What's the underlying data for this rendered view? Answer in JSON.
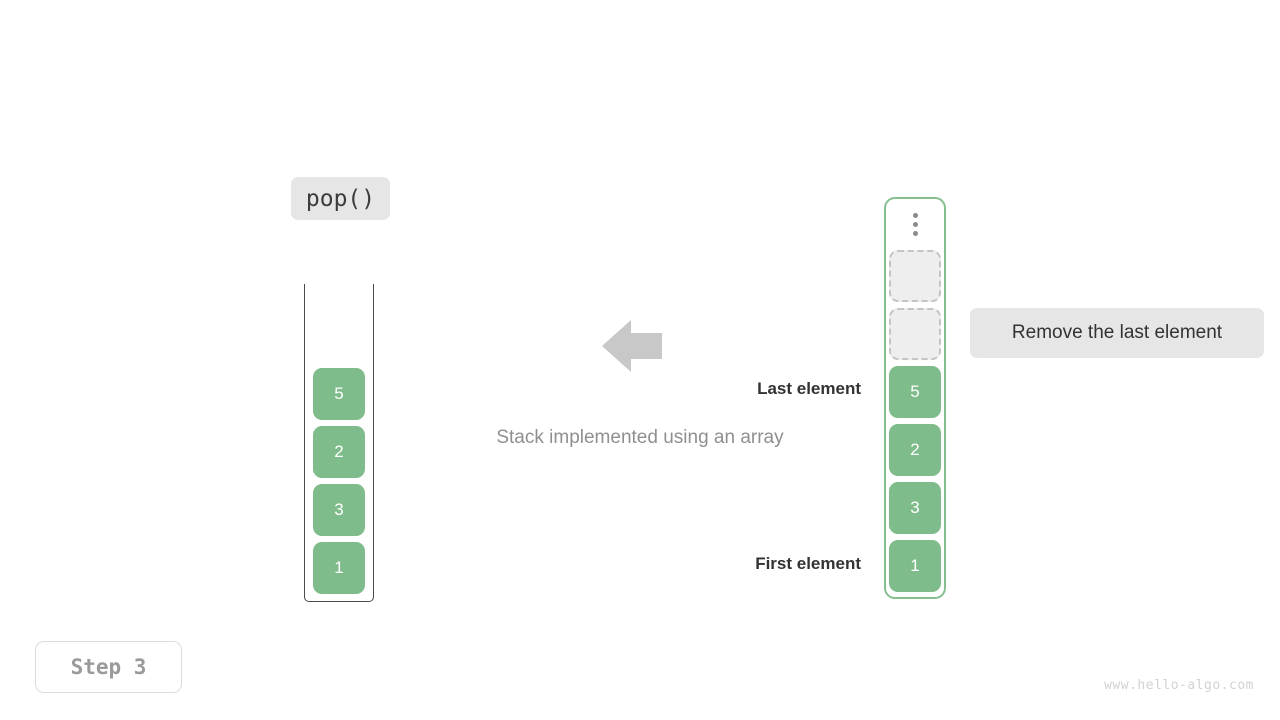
{
  "operation": {
    "label": "pop()"
  },
  "left_stack": {
    "name": "array-stack-container",
    "cells": [
      {
        "value": "5",
        "state": "filled"
      },
      {
        "value": "2",
        "state": "filled"
      },
      {
        "value": "3",
        "state": "filled"
      },
      {
        "value": "1",
        "state": "filled"
      }
    ]
  },
  "right_stack": {
    "name": "array-capacity-container",
    "ellipsis_icon": "vertical-ellipsis-icon",
    "cells": [
      {
        "value": "",
        "state": "empty"
      },
      {
        "value": "",
        "state": "empty"
      },
      {
        "value": "5",
        "state": "filled"
      },
      {
        "value": "2",
        "state": "filled"
      },
      {
        "value": "3",
        "state": "filled"
      },
      {
        "value": "1",
        "state": "filled"
      }
    ]
  },
  "annotations": {
    "last_element": "Last element",
    "first_element": "First element",
    "caption": "Stack implemented using an array",
    "callout": "Remove the last element",
    "arrow_icon": "arrow-left-icon"
  },
  "footer": {
    "step": "Step 3",
    "watermark": "www.hello-algo.com"
  },
  "colors": {
    "cell_fill": "#7fbc8c",
    "cell_text": "#ffffff",
    "empty_fill": "#eeeeee",
    "empty_border": "#c4c4c4",
    "container_border": "#86bf90",
    "u_border": "#4a4a4a",
    "chip_bg": "#e6e6e6",
    "arrow": "#c8c8c8",
    "caption_text": "#8f8f8f",
    "label_text": "#333333",
    "step_text": "#9a9a9a",
    "watermark_text": "#d2d2d2"
  }
}
